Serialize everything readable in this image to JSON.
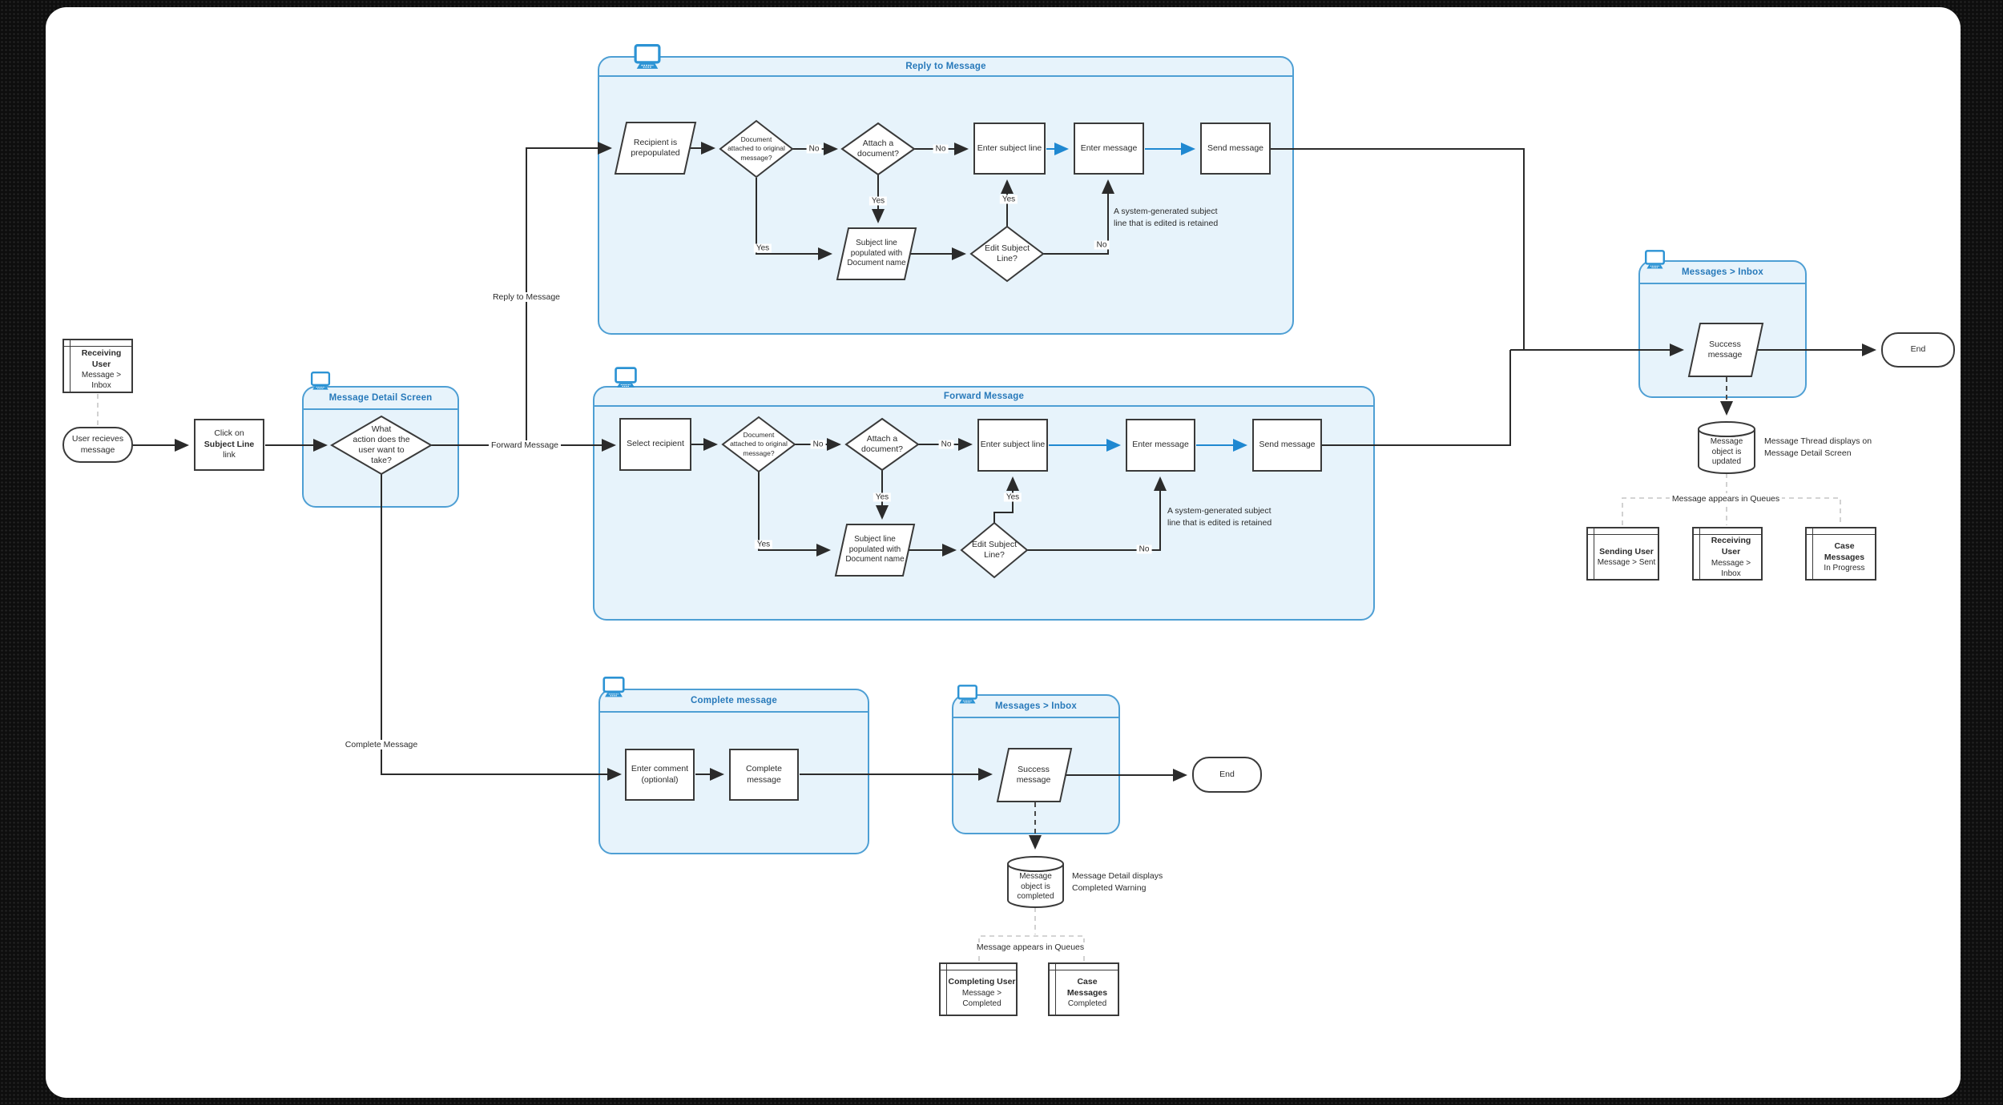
{
  "colors": {
    "container_fill": "#e7f3fb",
    "container_border": "#4e9fd4",
    "container_title": "#2779ba",
    "shape_border": "#3a3a3a",
    "text_color": "#2b2b2b",
    "arrow_black": "#2b2b2b",
    "arrow_blue": "#1f88d1",
    "dashed_gray": "#c6c6c6"
  },
  "containers": {
    "message_detail": {
      "title": "Message Detail Screen"
    },
    "reply": {
      "title": "Reply to Message"
    },
    "forward": {
      "title": "Forward Message"
    },
    "inbox_right": {
      "title": "Messages > Inbox"
    },
    "complete": {
      "title": "Complete message"
    },
    "inbox_bottom": {
      "title": "Messages > Inbox"
    }
  },
  "nodes": {
    "receiving_user_queue": {
      "title": "Receiving User",
      "subtitle": "Message >\nInbox"
    },
    "start": {
      "label": "User recieves\nmessage"
    },
    "click_subject": {
      "pre": "Click on",
      "bold": "Subject Line",
      "post": "link"
    },
    "what_action": {
      "label": "What\naction does the\nuser want to\ntake?"
    },
    "recipient_prepopulated": {
      "label": "Recipient is\nprepopulated"
    },
    "doc_attached_reply": {
      "label": "Document\nattached to original\nmessage?"
    },
    "attach_doc_reply": {
      "label": "Attach a\ndocument?"
    },
    "enter_subject_reply": {
      "label": "Enter subject line"
    },
    "enter_message_reply": {
      "label": "Enter message"
    },
    "send_message_reply": {
      "label": "Send message"
    },
    "subject_populated_reply": {
      "label": "Subject line\npopulated with\nDocument name"
    },
    "edit_subject_reply": {
      "label": "Edit Subject\nLine?"
    },
    "select_recipient": {
      "label": "Select recipient"
    },
    "doc_attached_fwd": {
      "label": "Document\nattached to original\nmessage?"
    },
    "attach_doc_fwd": {
      "label": "Attach a\ndocument?"
    },
    "enter_subject_fwd": {
      "label": "Enter subject line"
    },
    "enter_message_fwd": {
      "label": "Enter message"
    },
    "send_message_fwd": {
      "label": "Send message"
    },
    "subject_populated_fwd": {
      "label": "Subject line\npopulated with\nDocument name"
    },
    "edit_subject_fwd": {
      "label": "Edit Subject\nLine?"
    },
    "success_right": {
      "label": "Success\nmessage"
    },
    "end_right": {
      "label": "End"
    },
    "cylinder_updated": {
      "label": "Message\nobject is\nupdated"
    },
    "sending_user_queue": {
      "title": "Sending User",
      "subtitle": "Message > Sent"
    },
    "receiving_user_queue2": {
      "title": "Receiving User",
      "subtitle": "Message >\nInbox"
    },
    "case_in_progress": {
      "title": "Case Messages",
      "subtitle": "In Progress"
    },
    "enter_comment": {
      "label": "Enter comment\n(optionlal)"
    },
    "complete_message": {
      "label": "Complete\nmessage"
    },
    "success_bottom": {
      "label": "Success\nmessage"
    },
    "end_bottom": {
      "label": "End"
    },
    "cylinder_completed": {
      "label": "Message\nobject is\ncompleted"
    },
    "completing_user_queue": {
      "title": "Completing User",
      "subtitle": "Message >\nCompleted"
    },
    "case_completed": {
      "title": "Case Messages",
      "subtitle": "Completed"
    }
  },
  "edge_labels": {
    "reply": "Reply to Message",
    "forward": "Forward Message",
    "complete": "Complete Message",
    "yes": "Yes",
    "no": "No"
  },
  "annotations": {
    "subject_retained": "A system-generated subject\nline that is edited is retained",
    "thread_displays": "Message Thread displays on\nMessage Detail Screen",
    "completed_warning": "Message Detail displays\nCompleted Warning",
    "queues_right": "Message appears in Queues",
    "queues_bottom": "Message appears in Queues"
  }
}
